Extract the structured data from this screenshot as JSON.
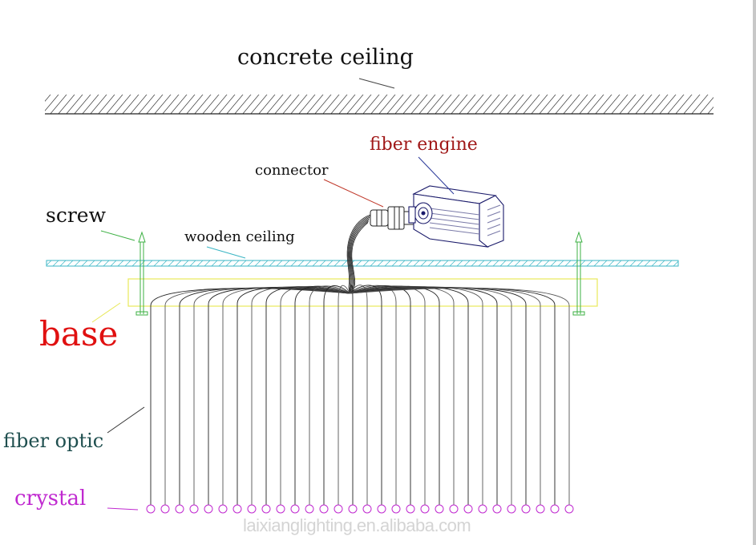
{
  "labels": {
    "concrete_ceiling": "concrete ceiling",
    "fiber_engine": "fiber engine",
    "connector": "connector",
    "screw": "screw",
    "wooden_ceiling": "wooden ceiling",
    "base": "base",
    "fiber_optic": "fiber optic",
    "crystal": "crystal"
  },
  "watermark": "LAIXIANGLIGHTING.EN.ALIBABA.COM",
  "colors": {
    "line": "#111111",
    "fiber_engine_label": "#a01818",
    "connector_leader": "#c0392b",
    "engine_leader": "#2b3a9a",
    "screw": "#3cb043",
    "wooden_ceiling": "#39b5c4",
    "base_outline": "#e8e85a",
    "base_label": "#e01010",
    "fiber_optic_label": "#1f4f4f",
    "crystal": "#c02ad0",
    "watermark": "#d4d4d4"
  },
  "crystal_count": 30
}
